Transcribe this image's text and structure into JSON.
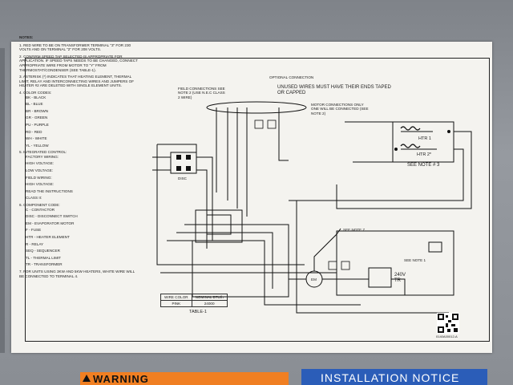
{
  "notes": {
    "heading": "NOTES:",
    "items": [
      "1. RED WIRE TO BE ON TRANSFORMER TERMINAL \"3\" FOR 230 VOLTS AND ON TERMINAL \"2\" FOR 208 VOLTS.",
      "2. CONFIRM SPEED TAP SELECTED IS APPROPRIATE FOR APPLICATION. IF SPEED TAPS NEEDS TO BE CHANGED, CONNECT APPROPRIATE WIRE FROM MOTOR TO \"Y\" FROM THERMOSTAT/CONDENSER (SEE TABLE-1).",
      "3. ASTERISK (*) INDICATES THAT HEATING ELEMENT, THERMAL LIMIT, RELAY AND INTERCONNECTING WIRES AND JUMPERS OF HEATER #2 ARE DELETED WITH SINGLE ELEMENT UNITS.",
      "4. COLOR CODES:"
    ],
    "colors": [
      "BK - BLACK",
      "BL - BLUE",
      "BR - BROWN",
      "GR - GREEN",
      "PU - PURPLE",
      "RD - RED",
      "WH - WHITE",
      "YL - YELLOW"
    ],
    "item5": "5. INTEGRATED CONTROL:",
    "wiring": [
      "FACTORY WIRING:",
      "HIGH VOLTAGE:",
      "LOW VOLTAGE:",
      "FIELD WIRING:",
      "HIGH VOLTAGE:",
      "READ THE INSTRUCTIONS",
      "CLASS II:"
    ],
    "item6": "6. COMPONENT CODE:",
    "components": [
      "C - CONTACTOR",
      "DISC - DISCONNECT SWITCH",
      "EM - EVAPORATOR MOTOR",
      "F - FUSE",
      "HTR - HEATER ELEMENT",
      "R - RELAY",
      "SEQ - SEQUENCER",
      "TL - THERMAL LIMIT",
      "TR - TRANSFORMER"
    ],
    "item7": "7. FOR UNITS USING 3KW AND 5KW HEATERS, WHITE WIRE WILL BE CONNECTED TO TERMINAL 4."
  },
  "callouts": {
    "optional": "OPTIONAL CONNECTION",
    "unused": "UNUSED WIRES MUST HAVE THEIR ENDS TAPED OR CAPPED",
    "field": "FIELD CONNECTIONS SEE NOTE 2 (USE N.E.C CLASS 2 WIRE)",
    "motor": "MOTOR CONNECTIONS ONLY ONE WILL BE CONNECTED (SEE NOTE 2)",
    "note3": "SEE NOTE # 3",
    "note7": "SEE NOTE 7",
    "note1": "SEE NOTE 1",
    "htr1": "HTR 1",
    "htr2": "HTR 2*",
    "disc": "DISC",
    "tr": "240V TR",
    "em": "EM"
  },
  "table1": {
    "title": "TABLE-1",
    "headers": [
      "WIRE COLOR",
      "NOMINAL BTU/h"
    ],
    "row": [
      "PINK",
      "24000"
    ]
  },
  "part_number": "0140A00012-A",
  "warning": "WARNING",
  "install": "INSTALLATION NOTICE",
  "colors": {
    "warning": "#f07f22",
    "install": "#2b5db8"
  }
}
